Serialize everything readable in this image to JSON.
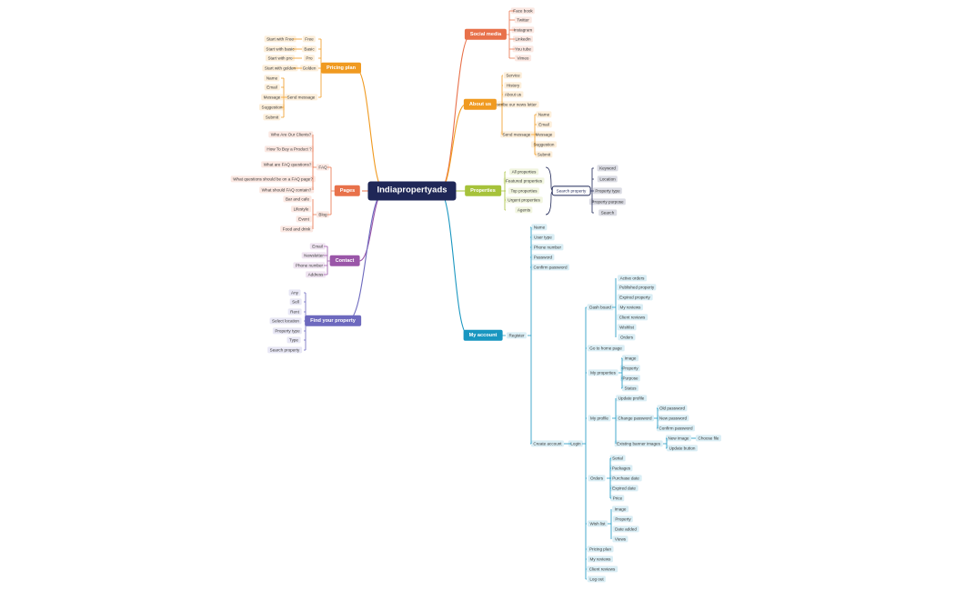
{
  "root": "Indiapropertyads",
  "branches": {
    "social": {
      "label": "Social media",
      "items": [
        "Face book",
        "Twitter",
        "Instagram",
        "Linkedin",
        "You tube",
        "Vimeo"
      ]
    },
    "about": {
      "label": "About us",
      "items": [
        "Service",
        "History",
        "About us",
        "Subscribe our news letter"
      ],
      "send": "Send message",
      "send_items": [
        "Name",
        "Email",
        "Message",
        "Suggestion",
        "Submit"
      ]
    },
    "properties": {
      "label": "Properties",
      "items": [
        "All properties",
        "Featured properties",
        "Top properties",
        "Urgent properties",
        "Agents"
      ],
      "search": "Search property",
      "search_items": [
        "Keyword",
        "Location",
        "Property type",
        "Property purpose",
        "Search"
      ]
    },
    "pricing": {
      "label": "Pricing plan",
      "plans": [
        {
          "name": "Free",
          "detail": "Start with Free"
        },
        {
          "name": "Basic",
          "detail": "Start with basic"
        },
        {
          "name": "Pro",
          "detail": "Start with pro"
        },
        {
          "name": "Golden",
          "detail": "Start with golden"
        }
      ],
      "send": "Send message",
      "send_items": [
        "Name",
        "Email",
        "Message",
        "Suggestion",
        "Submit"
      ]
    },
    "pages": {
      "label": "Pages",
      "faq": "FAQ",
      "faq_items": [
        "Who Are Our Clients?",
        "How To Buy a Product ?",
        "What are FAQ questions?",
        "What questions should be on a FAQ page?",
        "What should FAQ contain?"
      ],
      "blog": "Blog",
      "blog_items": [
        "Bar and cafe",
        "Lifestyle",
        "Event",
        "Food and drink"
      ]
    },
    "contact": {
      "label": "Contact",
      "items": [
        "Email",
        "Newsletter",
        "Phone number",
        "Address"
      ]
    },
    "find": {
      "label": "Find your property",
      "items": [
        "Any",
        "Sell",
        "Rent",
        "Select location",
        "Property type",
        "Type",
        "Search property"
      ]
    },
    "account": {
      "label": "My account",
      "register": "Register",
      "register_items": [
        "Name",
        "User type",
        "Phone number",
        "Password",
        "Confirm password"
      ],
      "create": "Create account",
      "login": "Login",
      "dashboard": "Dash board",
      "dashboard_items": [
        "Active orders",
        "Published property",
        "Expired property",
        "My reviews",
        "Client reviews",
        "Wishlist",
        "Orders"
      ],
      "go_home": "Go to home page",
      "my_properties": "My properties",
      "my_properties_items": [
        "Image",
        "Property",
        "Purpose",
        "Status"
      ],
      "my_profile": "My profile",
      "update_profile": "Update profile",
      "change_password": "Change password",
      "change_password_items": [
        "Old password",
        "New password",
        "Confirm password"
      ],
      "existing_banner": "Existing banner images",
      "new_image": "New image",
      "choose_file": "Choose file",
      "update_button": "Update button",
      "orders": "Orders",
      "orders_items": [
        "Serial",
        "Packages",
        "Purchase date",
        "Expired date",
        "Price"
      ],
      "wish_list": "Wish list",
      "wish_list_items": [
        "Image",
        "Property",
        "Date added",
        "Views"
      ],
      "tail_items": [
        "Pricing plan",
        "My reviews",
        "Client reviews",
        "Log out"
      ]
    }
  },
  "colors": {
    "root": "#1f2757",
    "social": "#e8714a",
    "about": "#f09a20",
    "properties": "#a6c23a",
    "pricing": "#f09a20",
    "pages": "#e8714a",
    "contact": "#9a56a8",
    "find": "#6d69be",
    "account": "#1996c0",
    "search": "#1f2757"
  }
}
